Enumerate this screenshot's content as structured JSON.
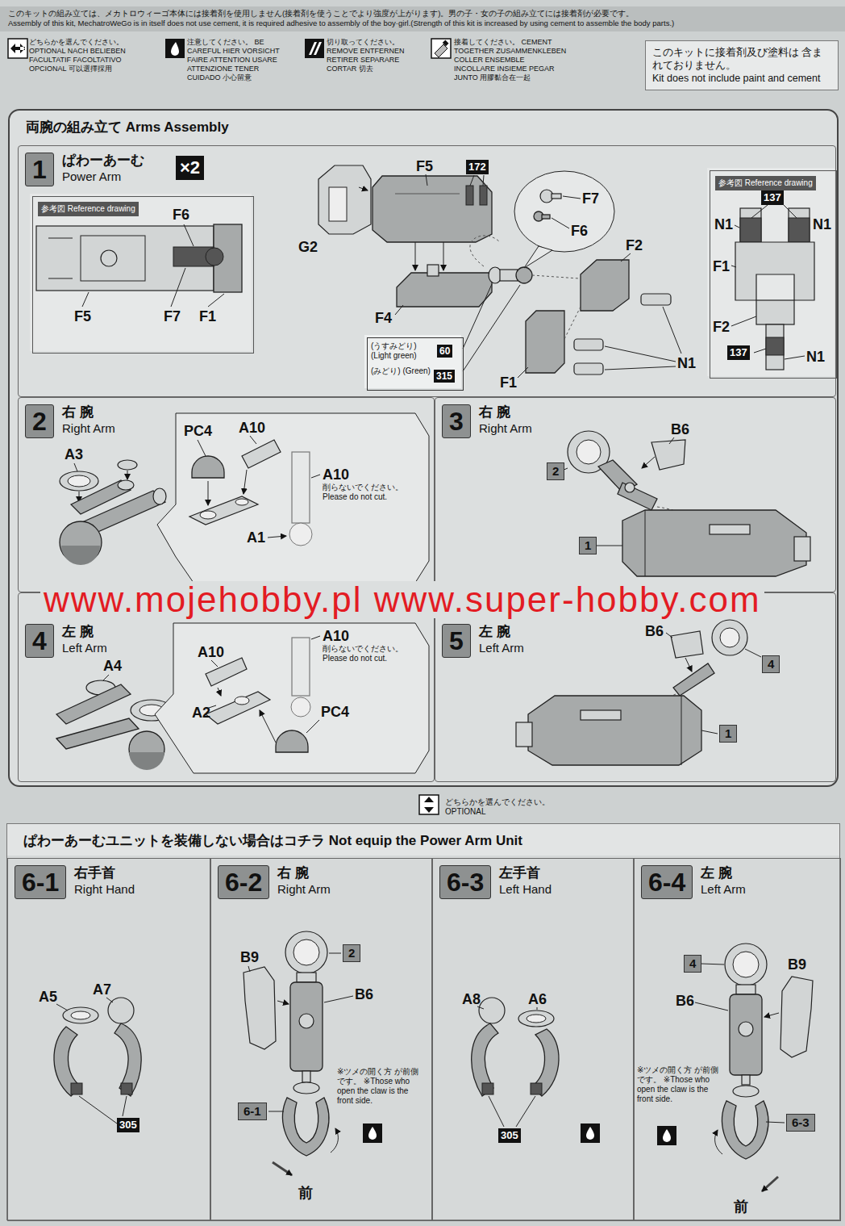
{
  "diagram": {
    "nodes": [
      {
        "text": [
          "このキットの組み立ては、メカトロウィーゴ本体には接着剤を使用しません(接着剤を使うことでより強度が上がります)。男の子・女の子の組み立てには接着剤が必要です。",
          "Assembly of this kit, MechatroWeGo is in itself does not use cement, it is required adhesive to assembly of the boy·girl.(Strength of this kit is increased by using cement to assemble the body parts.)"
        ]
      },
      {
        "text": [
          "このキットに接着剤及び塗料は 含まれておりません。",
          "Kit does not include paint and cement"
        ]
      },
      {
        "text": [
          "両腕の組み立て Arms Assembly"
        ]
      },
      {
        "text": [
          "1",
          "ぱわーあーむ",
          "Power Arm"
        ],
        "in": 2
      },
      {
        "text": [
          "参考図 Reference drawing"
        ],
        "in": 3
      },
      {
        "text": [
          "(うすみどり) (Light green)",
          "60",
          "(みどり) (Green)",
          "315"
        ],
        "in": 3
      },
      {
        "text": [
          "参考図 Reference drawing"
        ],
        "in": 3
      },
      {
        "text": [
          "2",
          "右 腕",
          "Right Arm"
        ],
        "in": 2
      },
      {
        "text": [
          "3",
          "右 腕",
          "Right Arm"
        ],
        "in": 2
      },
      {
        "text": [
          "4",
          "左 腕",
          "Left Arm"
        ],
        "in": 2
      },
      {
        "text": [
          "5",
          "左 腕",
          "Left Arm"
        ],
        "in": 2
      },
      {
        "text": [
          "ぱわーあーむユニットを装備しない場合はコチラ Not equip the Power Arm Unit"
        ]
      },
      {
        "text": [
          "6-1",
          "右手首",
          "Right Hand"
        ],
        "in": 11
      },
      {
        "text": [
          "6-2",
          "右 腕",
          "Right Arm"
        ],
        "in": 11
      },
      {
        "text": [
          "6-3",
          "左手首",
          "Left Hand"
        ],
        "in": 11
      },
      {
        "text": [
          "6-4",
          "左 腕",
          "Left Arm"
        ],
        "in": 11
      }
    ],
    "labels": [
      "×2",
      "F6",
      "F5",
      "F7",
      "F1",
      "G2",
      "F5",
      "172",
      "F4",
      "F7",
      "F6",
      "F2",
      "F1",
      "N1",
      "N1",
      "137",
      "N1",
      "F1",
      "F2",
      "137",
      "N1",
      "A3",
      "PC4",
      "A10",
      "A10",
      "削らないでください。 Please do not cut.",
      "A1",
      "B6",
      "2",
      "1",
      "www.mojehobby.pl www.super-hobby.com",
      "A4",
      "A10",
      "A10",
      "削らないでください。 Please do not cut.",
      "A2",
      "PC4",
      "B6",
      "4",
      "1",
      "どちらかを選んでください。 OPTIONAL",
      "A5",
      "A7",
      "305",
      "B9",
      "2",
      "B6",
      "※ツメの開く方 が前側です。 ※Those who open the claw is the front side.",
      "6-1",
      "前",
      "A8",
      "A6",
      "305",
      "4",
      "B9",
      "B6",
      "※ツメの開く方 が前側です。 ※Those who open the claw is the front side.",
      "6-3",
      "前"
    ],
    "legend": [
      {
        "text": "どちらかを選んでください。 OPTIONAL NACH BELIEBEN FACULTATIF FACOLTATIVO OPCIONAL 可以選擇採用"
      },
      {
        "text": "注意してください。 BE CAREFUL HIER VORSICHT FAIRE ATTENTION USARE ATTENZIONE TENER CUIDADO 小心留意"
      },
      {
        "text": "切り取ってください。 REMOVE ENTFERNEN RETIRER SEPARARE CORTAR 切去"
      },
      {
        "text": "接着してください。 CEMENT TOGETHER ZUSAMMENKLEBEN COLLER ENSEMBLE INCOLLARE INSIEME PEGAR JUNTO 用膠黏合在一起"
      }
    ]
  }
}
